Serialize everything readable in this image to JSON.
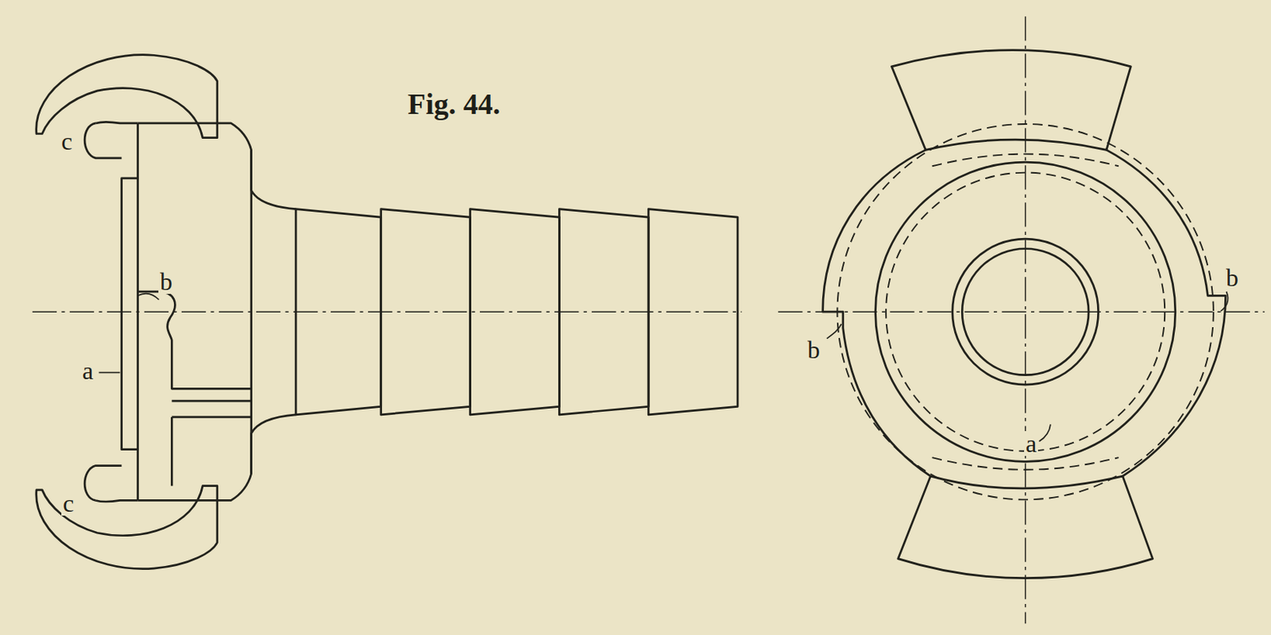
{
  "diagram": {
    "title": "Fig. 44.",
    "labels": [
      "c",
      "c",
      "b",
      "a",
      "b",
      "b",
      "a"
    ]
  }
}
